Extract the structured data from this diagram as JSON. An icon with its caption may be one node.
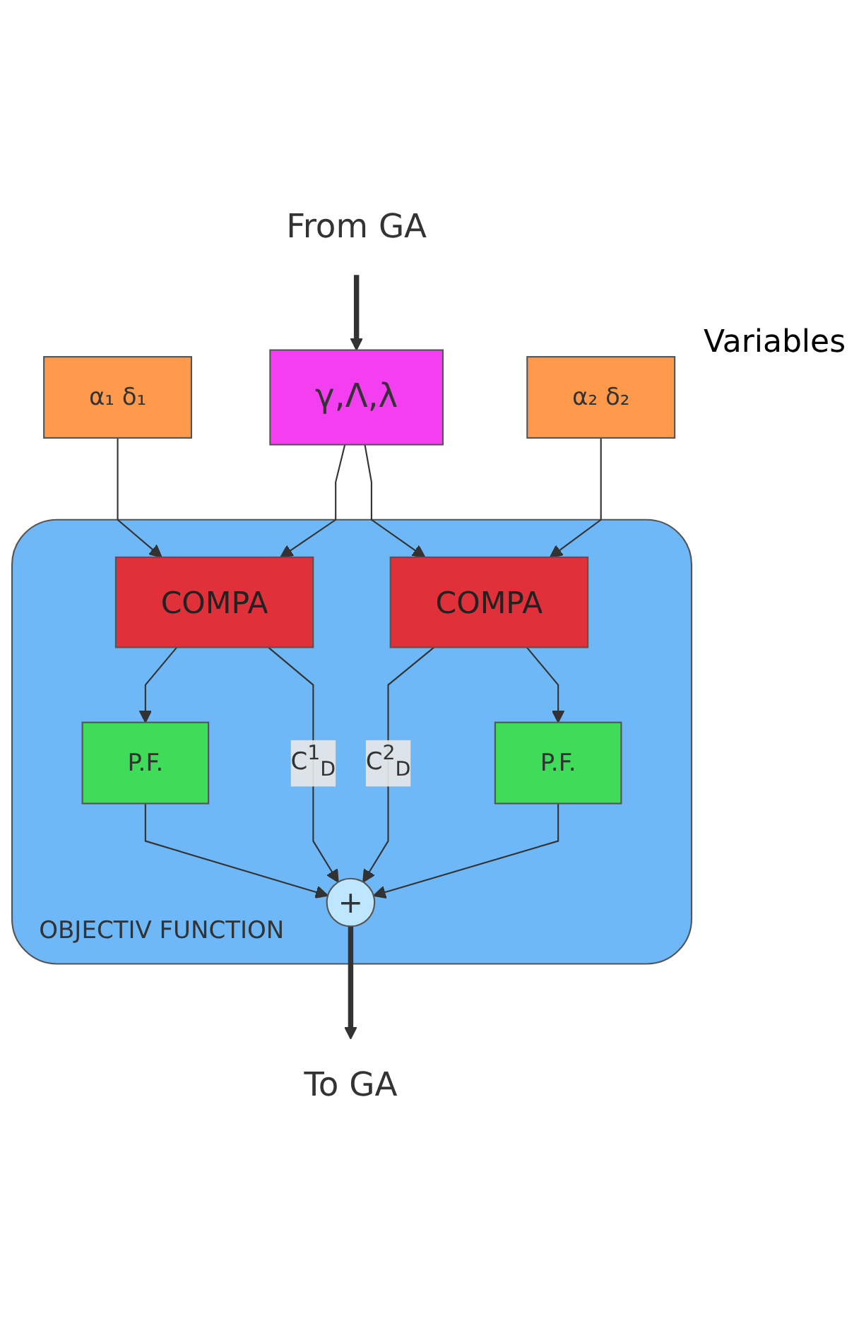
{
  "diagram": {
    "nodes": [
      {
        "text": [
          "From GA"
        ]
      },
      {
        "text": [
          "α₁ δ₁"
        ]
      },
      {
        "text": [
          "γ,Λ,λ"
        ]
      },
      {
        "text": [
          "α₂ δ₂"
        ]
      },
      {
        "text": [
          "OBJECTIV FUNCTION"
        ]
      },
      {
        "text": [
          "COMPA"
        ],
        "in": 4
      },
      {
        "text": [
          "COMPA"
        ],
        "in": 4
      },
      {
        "text": [
          "P.F."
        ],
        "in": 4
      },
      {
        "text": [
          "P.F."
        ],
        "in": 4
      },
      {
        "text": [
          "+"
        ],
        "in": 4
      },
      {
        "text": [
          "To GA"
        ]
      }
    ],
    "edges": [
      {
        "from": 0,
        "to": 2,
        "arrow": "to",
        "style": "thick"
      },
      {
        "from": 1,
        "to": 5,
        "arrow": "to"
      },
      {
        "from": 2,
        "to": 5,
        "arrow": "to"
      },
      {
        "from": 2,
        "to": 6,
        "arrow": "to"
      },
      {
        "from": 3,
        "to": 6,
        "arrow": "to"
      },
      {
        "from": 5,
        "to": 7,
        "arrow": "to"
      },
      {
        "from": 5,
        "to": 9,
        "arrow": "to",
        "label": "C$^{1}$$_{D}$"
      },
      {
        "from": 6,
        "to": 9,
        "arrow": "to",
        "label": "C$^{2}$$_{D}$"
      },
      {
        "from": 6,
        "to": 8,
        "arrow": "to"
      },
      {
        "from": 7,
        "to": 9,
        "arrow": "to"
      },
      {
        "from": 8,
        "to": 9,
        "arrow": "to"
      },
      {
        "from": 9,
        "to": 10,
        "arrow": "to",
        "style": "thick"
      }
    ],
    "labels": [
      "Variables"
    ]
  }
}
